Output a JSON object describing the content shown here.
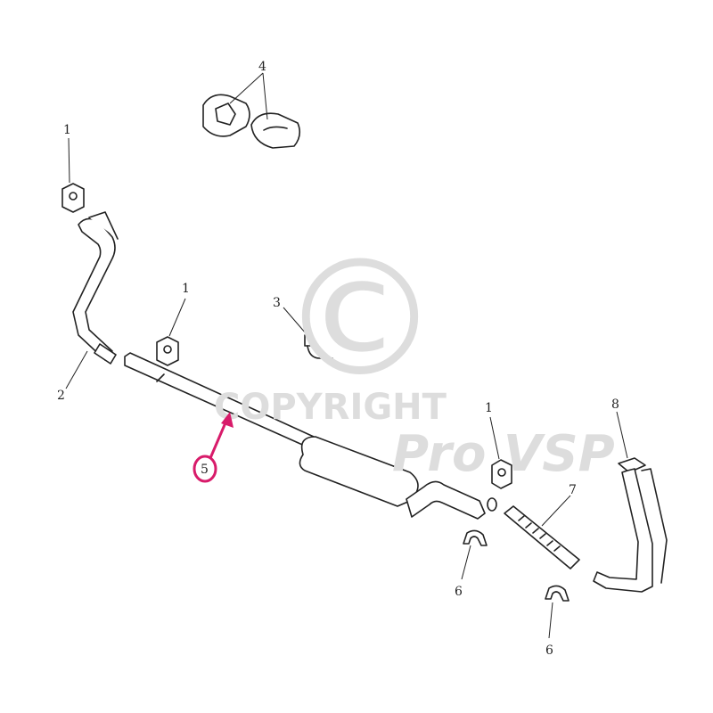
{
  "watermark": {
    "copyright_symbol": "©",
    "copyright_text": "COPYRIGHT",
    "brand": "Pro VSP"
  },
  "highlight_color": "#d81b6a",
  "callouts": {
    "hanger_top": "4",
    "rubber_mount_left": "1",
    "rubber_mount_mid": "1",
    "rubber_mount_right": "1",
    "bolt": "3",
    "front_pipe": "2",
    "middle_pipe_muffler": "5",
    "flex_pipe": "7",
    "downpipe": "8",
    "clamp_a": "6",
    "clamp_b": "6"
  }
}
